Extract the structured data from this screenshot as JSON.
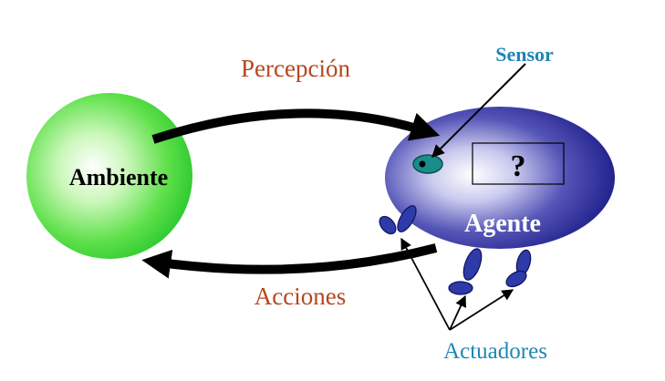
{
  "labels": {
    "environment": "Ambiente",
    "agent": "Agente",
    "perception": "Percepción",
    "actions": "Acciones",
    "sensor": "Sensor",
    "actuators": "Actuadores",
    "unknown": "?"
  },
  "colors": {
    "environment_fill": "#33dd33",
    "agent_fill": "#2b2b9c",
    "arc_label": "#b5471f",
    "part_label": "#1f86b5",
    "sensor_eye": "#1a8c8c",
    "actuator": "#2d3aa8"
  }
}
